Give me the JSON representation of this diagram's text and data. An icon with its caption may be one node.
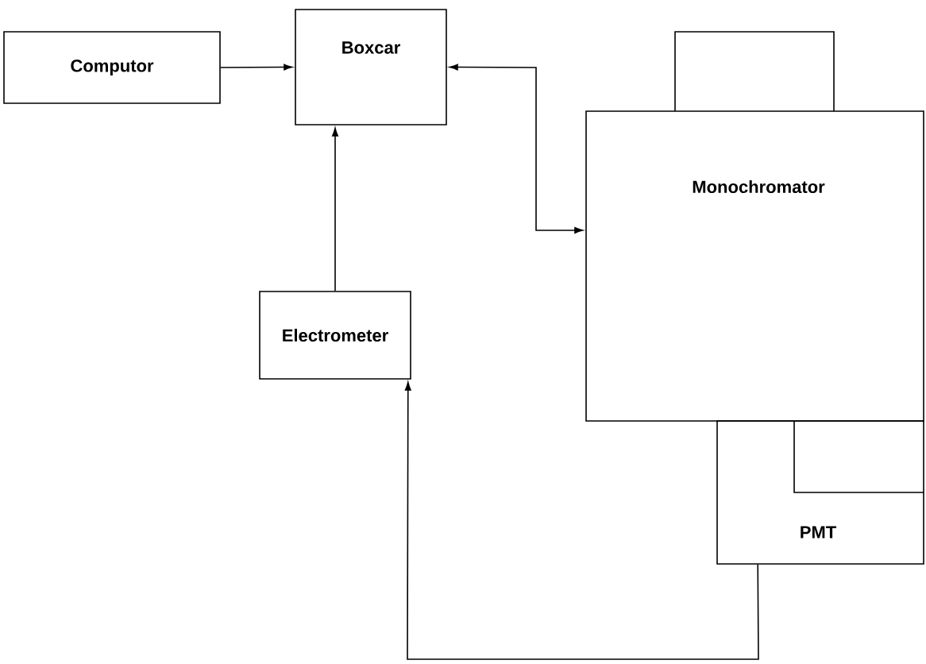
{
  "diagram": {
    "nodes": [
      {
        "text": [
          "Computor"
        ]
      },
      {
        "text": [
          "Boxcar"
        ]
      },
      {
        "text": [
          "Monochromator"
        ]
      },
      {
        "text": [
          "Electrometer"
        ]
      },
      {
        "text": [
          "PMT"
        ]
      }
    ],
    "edges": [
      {
        "from": 0,
        "to": 1,
        "arrow": "to"
      },
      {
        "from": 1,
        "to": 2,
        "arrow": "both"
      },
      {
        "from": 3,
        "to": 1,
        "arrow": "to"
      },
      {
        "from": 4,
        "to": 3,
        "arrow": "to"
      }
    ]
  }
}
